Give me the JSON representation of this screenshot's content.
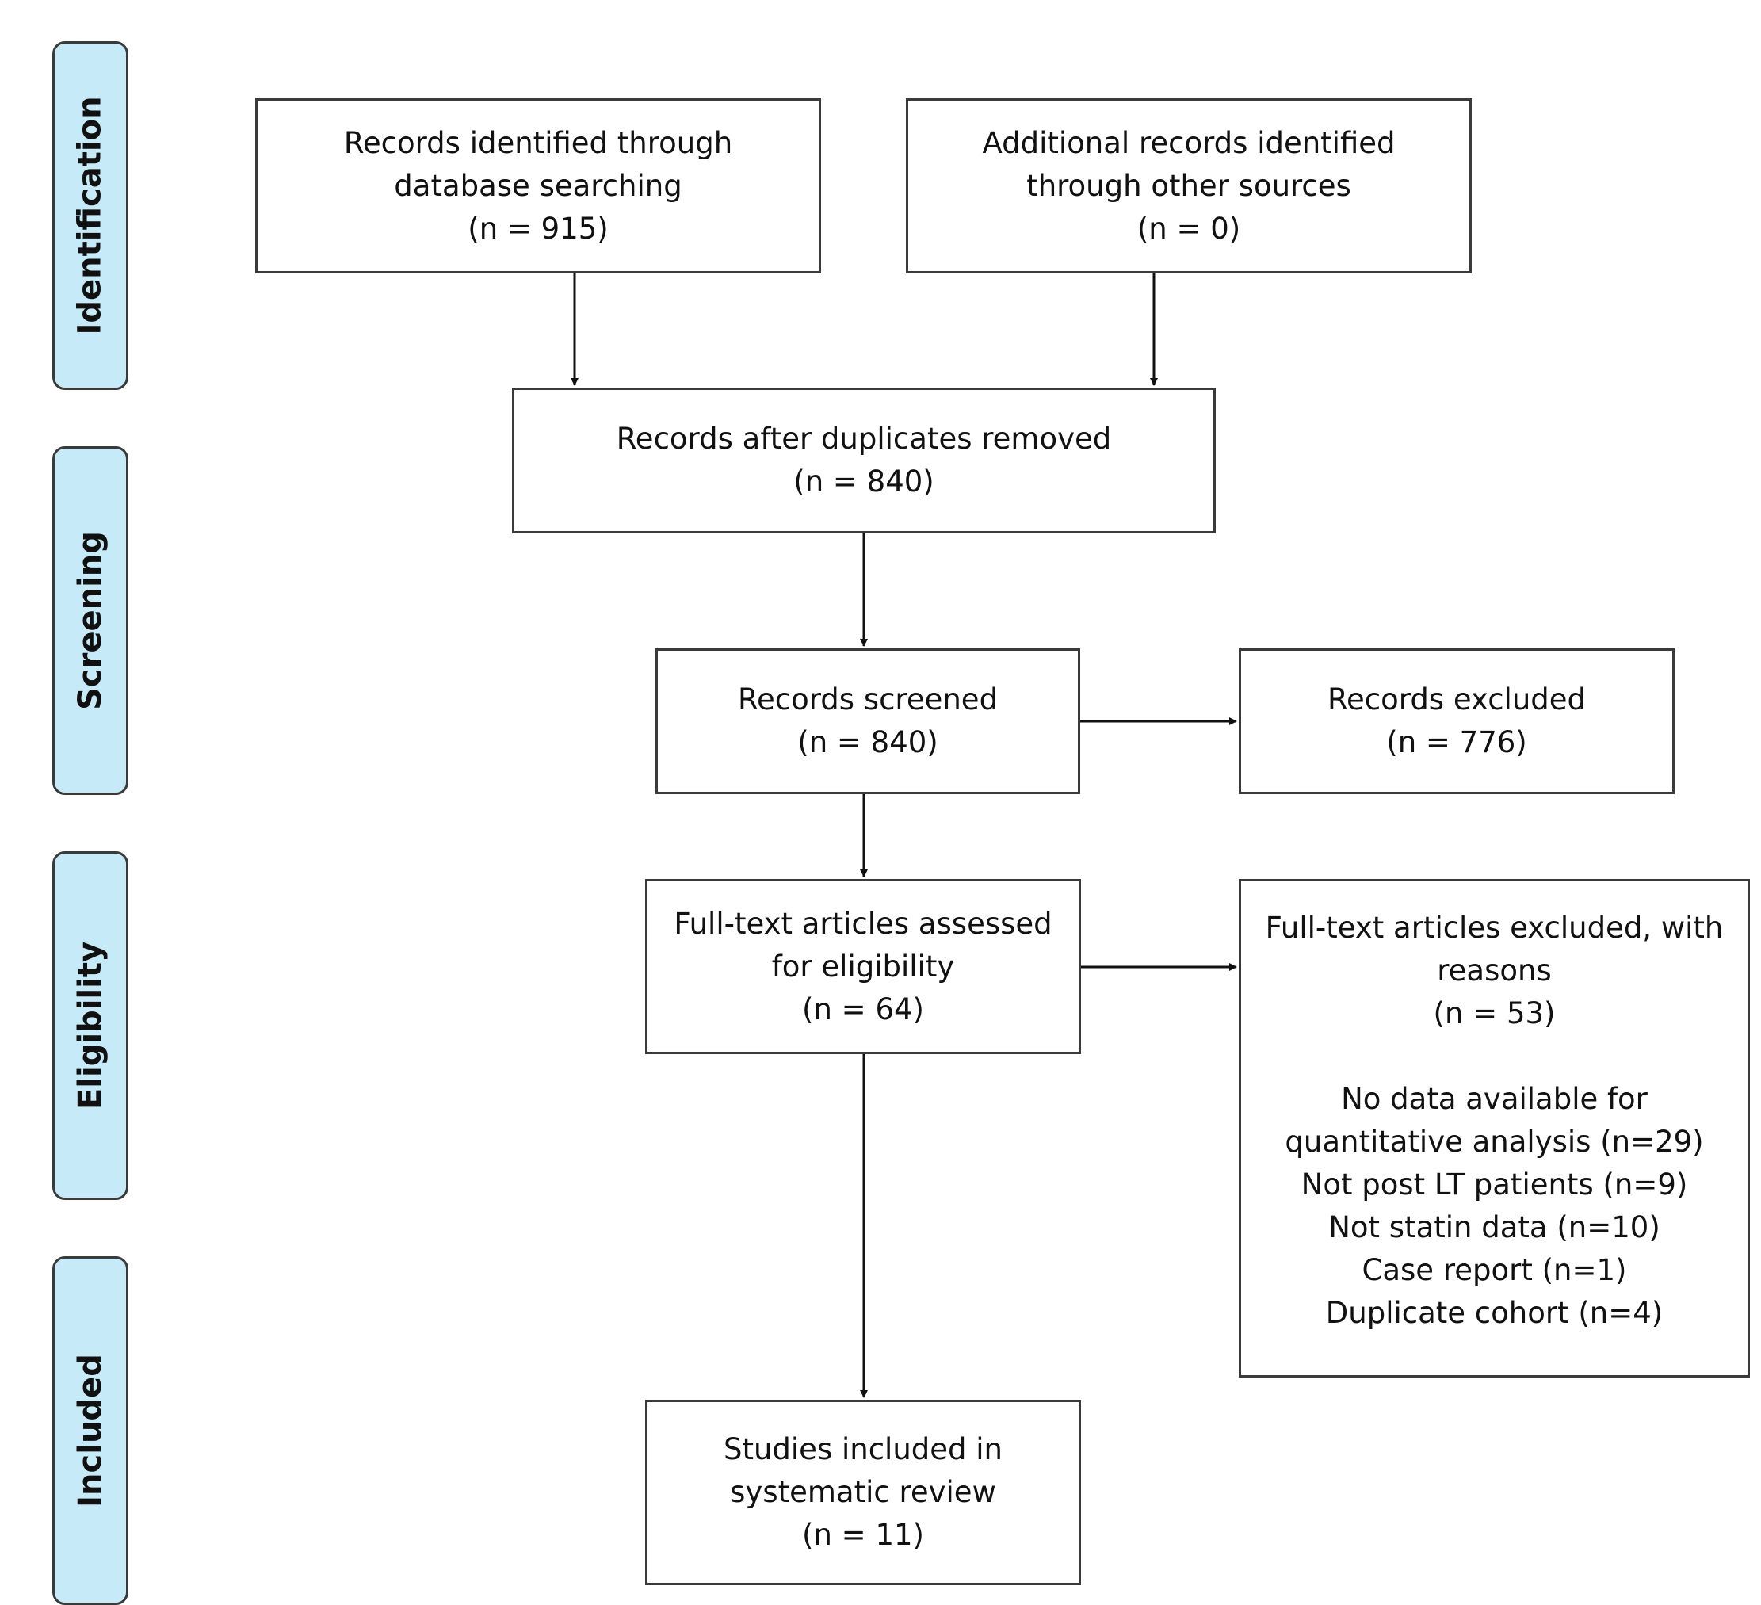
{
  "stages": {
    "identification": "Identification",
    "screening": "Screening",
    "eligibility": "Eligibility",
    "included": "Included"
  },
  "boxes": {
    "database_records": {
      "lines": [
        "Records identified through",
        "database searching",
        "(n = 915)"
      ]
    },
    "other_sources": {
      "lines": [
        "Additional records identified",
        "through other sources",
        "(n = 0)"
      ]
    },
    "after_duplicates": {
      "lines": [
        "Records after duplicates removed",
        "(n = 840)"
      ]
    },
    "screened": {
      "lines": [
        "Records screened",
        "(n = 840)"
      ]
    },
    "excluded": {
      "lines": [
        "Records excluded",
        "(n = 776)"
      ]
    },
    "full_text_assessed": {
      "lines": [
        "Full-text articles assessed",
        "for eligibility",
        "(n = 64)"
      ]
    },
    "full_text_excluded": {
      "lines": [
        "Full-text articles excluded, with",
        "reasons",
        "(n = 53)"
      ],
      "reasons": [
        "No data available for",
        "quantitative analysis (n=29)",
        "Not post LT patients (n=9)",
        "Not statin data (n=10)",
        "Case report (n=1)",
        "Duplicate cohort (n=4)"
      ]
    },
    "included_studies": {
      "lines": [
        "Studies included in",
        "systematic review",
        "(n = 11)"
      ]
    }
  }
}
